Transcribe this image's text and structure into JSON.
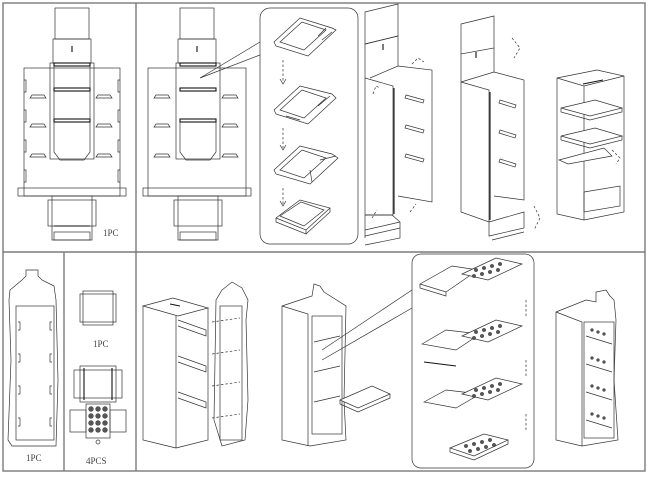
{
  "figure": {
    "title": "Display stand assembly instructions",
    "panels": [
      {
        "id": "main-blank",
        "label": "1PC"
      },
      {
        "id": "assembly-steps"
      },
      {
        "id": "header-card",
        "label": "1PC"
      },
      {
        "id": "small-tray",
        "label": "1PC"
      },
      {
        "id": "insert-trays",
        "label": "4PCS"
      },
      {
        "id": "final-assembly"
      }
    ],
    "colors": {
      "line": "#333333",
      "frame": "#7a7a7a",
      "background": "#ffffff"
    }
  }
}
